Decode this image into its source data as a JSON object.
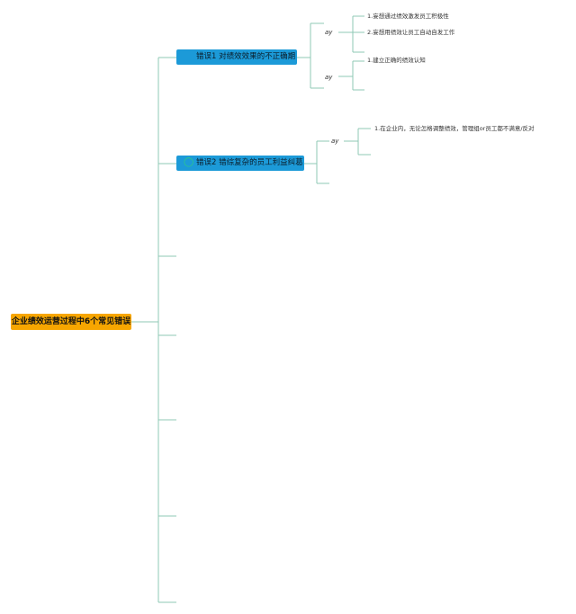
{
  "root": {
    "label": "企业绩效运营过程中6个常见错误"
  },
  "branches": [
    {
      "label": "错误1 对绩效效果的不正确期",
      "groups": [
        {
          "tag": "ay",
          "items": [
            "1.妄想通过绩效激发员工积极性",
            "2.妄想用绩效让员工自动自发工作"
          ]
        },
        {
          "tag": "ay",
          "items": [
            "1.建立正确的绩效认知"
          ]
        }
      ]
    },
    {
      "label": "错误2 错综复杂的员工利益纠葛",
      "icon": "lightbulb-icon",
      "groups": [
        {
          "tag": "ay",
          "items": [
            "1.在企业内，无论怎格调整绩效，管理组or员工都不满意/反对"
          ]
        }
      ]
    }
  ],
  "colors": {
    "root": "#f7a600",
    "branch": "#1c9ad8",
    "line": "#8fc9b5"
  }
}
